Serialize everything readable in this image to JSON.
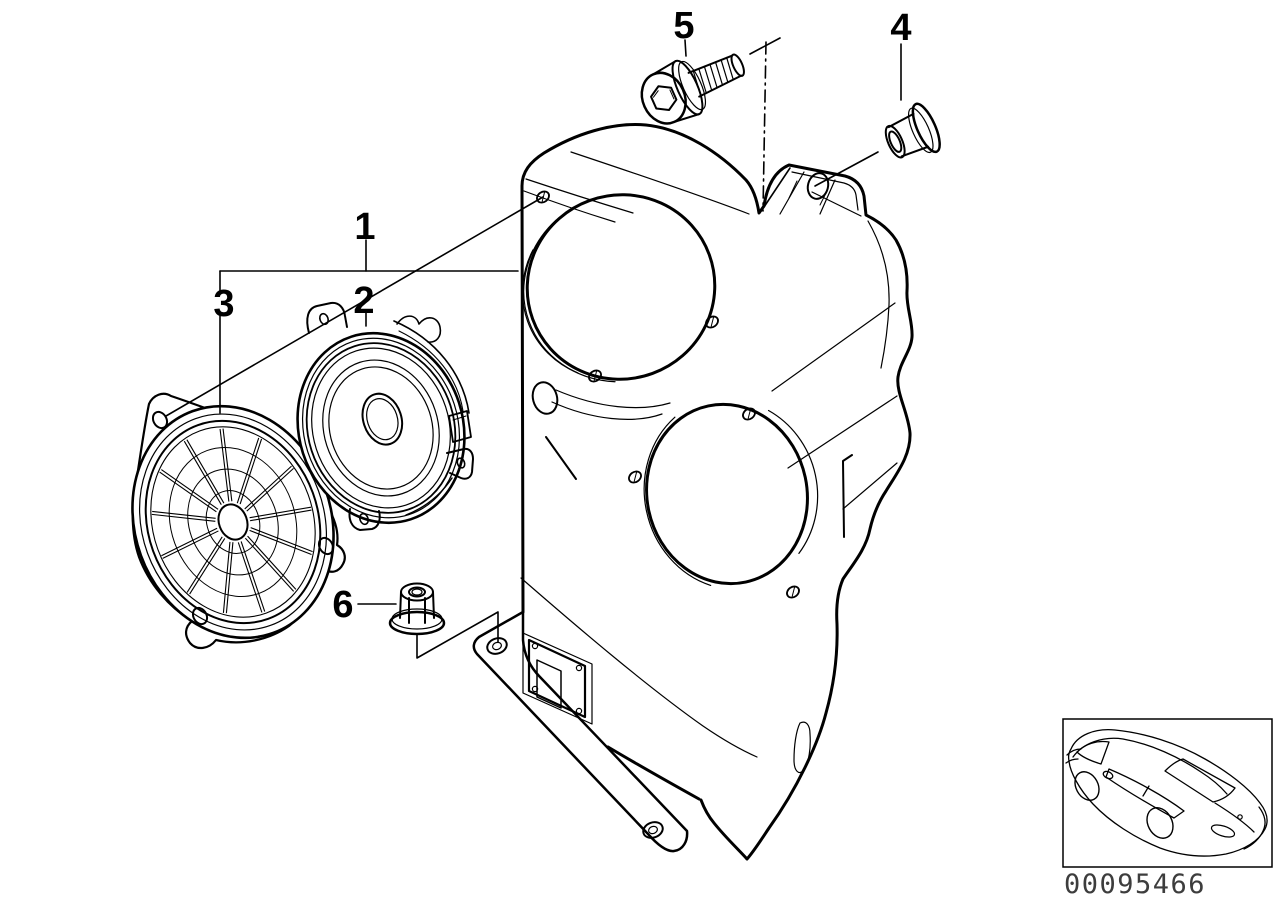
{
  "callouts": {
    "c1": "1",
    "c2": "2",
    "c3": "3",
    "c4": "4",
    "c5": "5",
    "c6": "6"
  },
  "footer": {
    "part_number": "00095466"
  },
  "icons": {
    "car_thumbnail": "car-icon"
  },
  "colors": {
    "line": "#000000",
    "background": "#ffffff",
    "part_number_text": "#3d3d3d"
  }
}
